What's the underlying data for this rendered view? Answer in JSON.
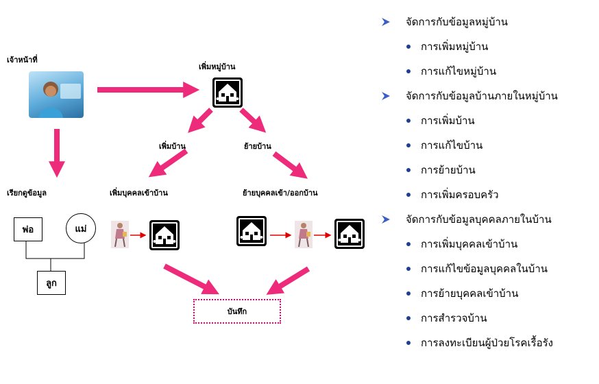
{
  "diagram": {
    "officer_label": "เจ้าหน้าที่",
    "add_village_label": "เพิ่มหมู่บ้าน",
    "add_house_label": "เพิ่มบ้าน",
    "move_house_label": "ย้ายบ้าน",
    "view_data_label": "เรียกดูข้อมูล",
    "add_person_label": "เพิ่มบุคคลเข้าบ้าน",
    "move_person_label": "ย้ายบุคคลเข้า/ออกบ้าน",
    "father_label": "พ่อ",
    "mother_label": "แม่",
    "child_label": "ลูก",
    "record_label": "บันทึก",
    "colors": {
      "arrow": "#ee2a7b",
      "small_arrow": "#e00000",
      "record_border": "#e8006a",
      "bullet": "#1c3f94",
      "pointer": "#3a5dc8"
    }
  },
  "menu": {
    "sections": [
      {
        "title": "จัดการกับข้อมูลหมู่บ้าน",
        "items": [
          "การเพิ่มหมู่บ้าน",
          "การแก้ไขหมู่บ้าน"
        ]
      },
      {
        "title": "จัดการกับข้อมูลบ้านภายในหมู่บ้าน",
        "items": [
          "การเพิ่มบ้าน",
          "การแก้ไขบ้าน",
          "การย้ายบ้าน",
          "การเพิ่มครอบครัว"
        ]
      },
      {
        "title": "จัดการกับข้อมูลบุคคลภายในบ้าน",
        "items": [
          "การเพิ่มบุคคลเข้าบ้าน",
          "การแก้ไขข้อมูลบุคคลในบ้าน",
          "การย้ายบุคคลเข้าบ้าน",
          "การสำรวจบ้าน",
          "การลงทะเบียนผู้ป่วยโรคเรื้อรัง"
        ]
      }
    ]
  }
}
